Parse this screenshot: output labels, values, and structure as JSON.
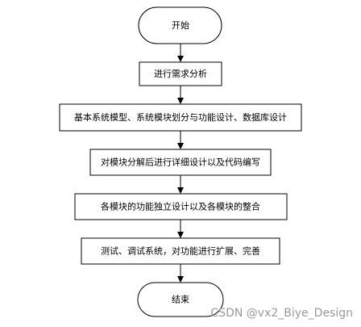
{
  "flowchart": {
    "start": "开始",
    "steps": [
      "进行需求分析",
      "基本系统模型、系统模块划分与功能设计、数据库设计",
      "对模块分解后进行详细设计以及代码编写",
      "各模块的功能独立设计以及各模块的整合",
      "测试、调试系统，对功能进行扩展、完善"
    ],
    "end": "结束"
  },
  "watermark": "CSDN @vx2_Biye_Design"
}
